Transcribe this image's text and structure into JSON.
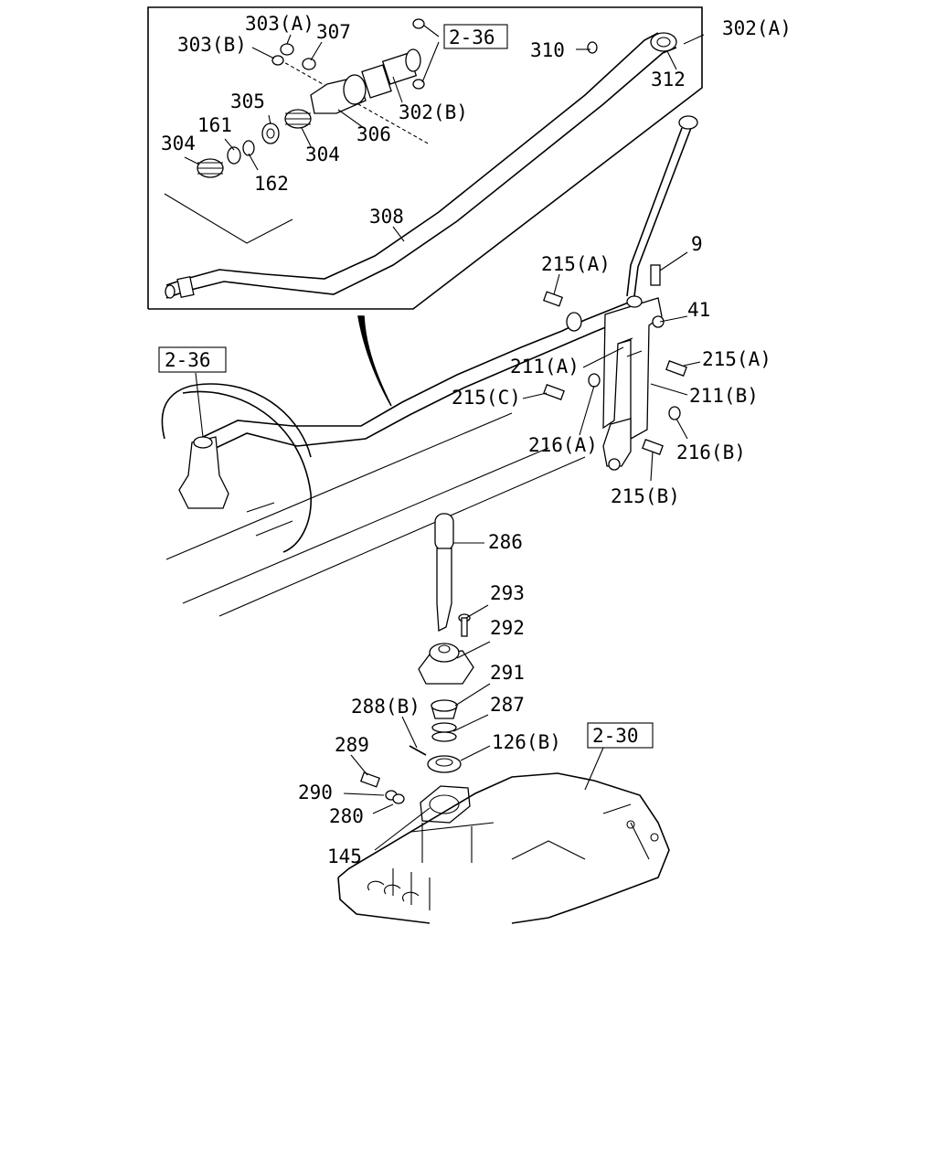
{
  "callouts": {
    "p303a": "303(A)",
    "p307": "307",
    "p303b": "303(B)",
    "ref_2_36_top": "2-36",
    "p302a": "302(A)",
    "p310": "310",
    "p312": "312",
    "p302b": "302(B)",
    "p305": "305",
    "p306": "306",
    "p161": "161",
    "p304a": "304",
    "p304b": "304",
    "p162": "162",
    "p308": "308",
    "p9": "9",
    "p215a_top": "215(A)",
    "p41": "41",
    "p215a_right": "215(A)",
    "p211a": "211(A)",
    "p211b": "211(B)",
    "p215c": "215(C)",
    "ref_2_36_left": "2-36",
    "p216a": "216(A)",
    "p216b": "216(B)",
    "p215b": "215(B)",
    "p286": "286",
    "p293": "293",
    "p292": "292",
    "p291": "291",
    "p287": "287",
    "p288b": "288(B)",
    "p126b": "126(B)",
    "ref_2_30": "2-30",
    "p289": "289",
    "p290": "290",
    "p280": "280",
    "p145": "145"
  }
}
